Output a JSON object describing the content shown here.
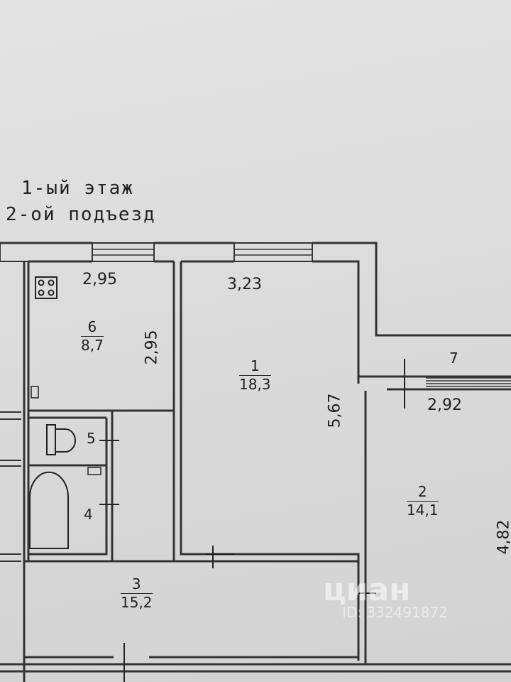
{
  "heading": {
    "floor": "1-ый этаж",
    "entrance": "2-ой подъезд"
  },
  "rooms": [
    {
      "id": "1",
      "area": "18,3"
    },
    {
      "id": "2",
      "area": "14,1"
    },
    {
      "id": "3",
      "area": "15,2"
    },
    {
      "id": "4"
    },
    {
      "id": "5"
    },
    {
      "id": "6",
      "area": "8,7"
    },
    {
      "id": "7"
    }
  ],
  "dimensions": {
    "kitchen_width": "2,95",
    "kitchen_depth": "2,95",
    "room1_width": "3,23",
    "room1_depth": "5,67",
    "room2_width": "2,92",
    "room2_depth": "4,82"
  },
  "watermark": {
    "brand": "циан",
    "id": "ID: 332491872"
  },
  "colors": {
    "wall": "#555555",
    "line": "#2a2a2a",
    "paper": "#dcdcdc"
  }
}
